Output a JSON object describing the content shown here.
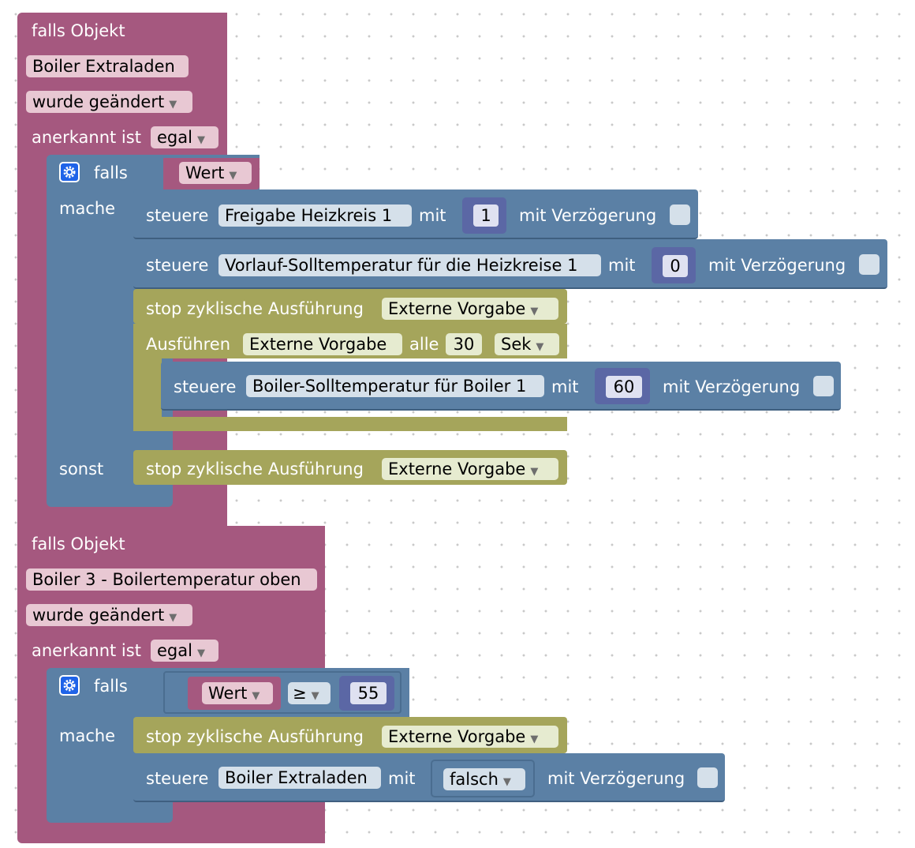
{
  "trigger1": {
    "title": "falls Objekt",
    "object": "Boiler Extraladen",
    "event": "wurde geändert",
    "ack_label": "anerkannt ist",
    "ack_value": "egal",
    "if_block": {
      "falls": "falls",
      "condition": "Wert",
      "mache": "mache",
      "sonst": "sonst",
      "control1": {
        "label": "steuere",
        "target": "Freigabe Heizkreis 1",
        "with": "mit",
        "value": "1",
        "delay": "mit Verzögerung"
      },
      "control2": {
        "label": "steuere",
        "target": "Vorlauf-Solltemperatur für die Heizkreise 1",
        "with": "mit",
        "value": "0",
        "delay": "mit Verzögerung"
      },
      "stop1": {
        "label": "stop zyklische Ausführung",
        "schedule": "Externe Vorgabe"
      },
      "interval": {
        "label": "Ausführen",
        "schedule": "Externe Vorgabe",
        "every": "alle",
        "amount": "30",
        "unit": "Sek"
      },
      "control3": {
        "label": "steuere",
        "target": "Boiler-Solltemperatur für Boiler 1",
        "with": "mit",
        "value": "60",
        "delay": "mit Verzögerung"
      },
      "stop2": {
        "label": "stop zyklische Ausführung",
        "schedule": "Externe Vorgabe"
      }
    }
  },
  "trigger2": {
    "title": "falls Objekt",
    "object": "Boiler 3 - Boilertemperatur oben",
    "event": "wurde geändert",
    "ack_label": "anerkannt ist",
    "ack_value": "egal",
    "if_block": {
      "falls": "falls",
      "condition_left": "Wert",
      "operator": "≥",
      "condition_right": "55",
      "mache": "mache",
      "stop1": {
        "label": "stop zyklische Ausführung",
        "schedule": "Externe Vorgabe"
      },
      "control1": {
        "label": "steuere",
        "target": "Boiler Extraladen",
        "with": "mit",
        "value": "falsch",
        "delay": "mit Verzögerung"
      }
    }
  },
  "colors": {
    "event_block": "#a5587f",
    "logic_block": "#5b80a5",
    "timer_block": "#a5a55b",
    "math_block": "#5b67a5"
  }
}
